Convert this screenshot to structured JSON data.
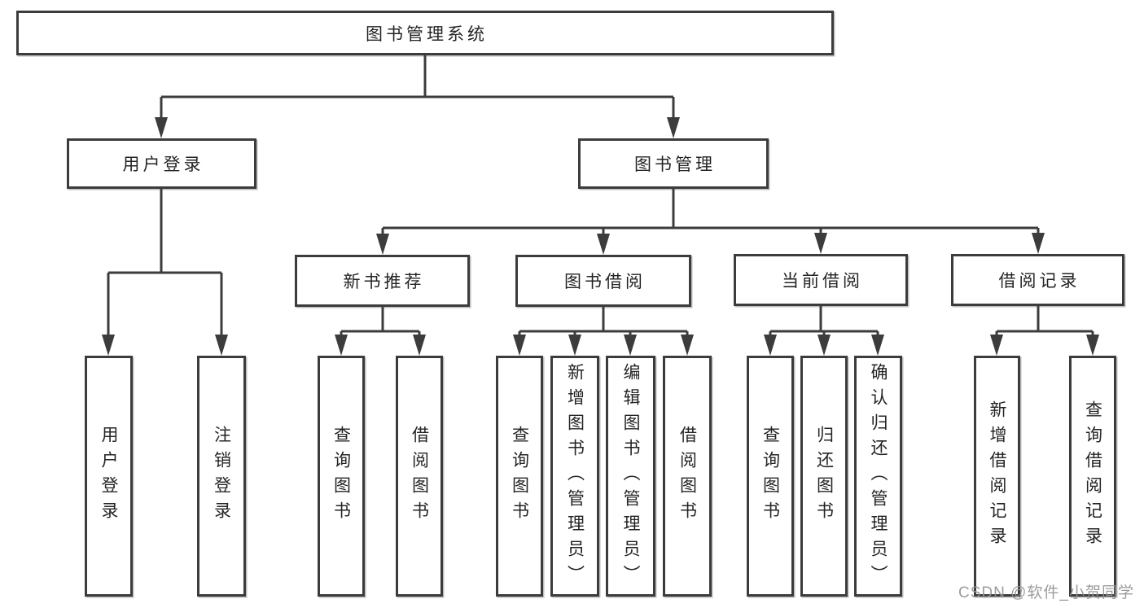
{
  "diagram": {
    "title": "图书管理系统",
    "colors": {
      "line": "#3c3c3c",
      "text": "#242424",
      "background": "#ffffff",
      "watermark": "#949494"
    },
    "nodes": {
      "root": {
        "label": "图书管理系统"
      },
      "user_login": {
        "label": "用户登录"
      },
      "book_mgmt": {
        "label": "图书管理"
      },
      "new_book_rec": {
        "label": "新书推荐"
      },
      "book_borrow": {
        "label": "图书借阅"
      },
      "current_borrow": {
        "label": "当前借阅"
      },
      "borrow_records": {
        "label": "借阅记录"
      },
      "leaf_user_login": {
        "label": "用户登录"
      },
      "leaf_logout": {
        "label": "注销登录"
      },
      "leaf_nbr_query": {
        "label": "查询图书"
      },
      "leaf_nbr_borrow": {
        "label": "借阅图书"
      },
      "leaf_bb_query": {
        "label": "查询图书"
      },
      "leaf_bb_add": {
        "label": "新增图书（管理员）"
      },
      "leaf_bb_edit": {
        "label": "编辑图书（管理员）"
      },
      "leaf_bb_borrow": {
        "label": "借阅图书"
      },
      "leaf_cb_query": {
        "label": "查询图书"
      },
      "leaf_cb_return": {
        "label": "归还图书"
      },
      "leaf_cb_confirm": {
        "label": "确认归还（管理员）"
      },
      "leaf_br_add": {
        "label": "新增借阅记录"
      },
      "leaf_br_query": {
        "label": "查询借阅记录"
      }
    },
    "tree": {
      "label": "图书管理系统",
      "children": [
        {
          "label": "用户登录",
          "children": [
            {
              "label": "用户登录"
            },
            {
              "label": "注销登录"
            }
          ]
        },
        {
          "label": "图书管理",
          "children": [
            {
              "label": "新书推荐",
              "children": [
                {
                  "label": "查询图书"
                },
                {
                  "label": "借阅图书"
                }
              ]
            },
            {
              "label": "图书借阅",
              "children": [
                {
                  "label": "查询图书"
                },
                {
                  "label": "新增图书（管理员）"
                },
                {
                  "label": "编辑图书（管理员）"
                },
                {
                  "label": "借阅图书"
                }
              ]
            },
            {
              "label": "当前借阅",
              "children": [
                {
                  "label": "查询图书"
                },
                {
                  "label": "归还图书"
                },
                {
                  "label": "确认归还（管理员）"
                }
              ]
            },
            {
              "label": "借阅记录",
              "children": [
                {
                  "label": "新增借阅记录"
                },
                {
                  "label": "查询借阅记录"
                }
              ]
            }
          ]
        }
      ]
    },
    "watermark": "CSDN @软件_小贺同学"
  }
}
